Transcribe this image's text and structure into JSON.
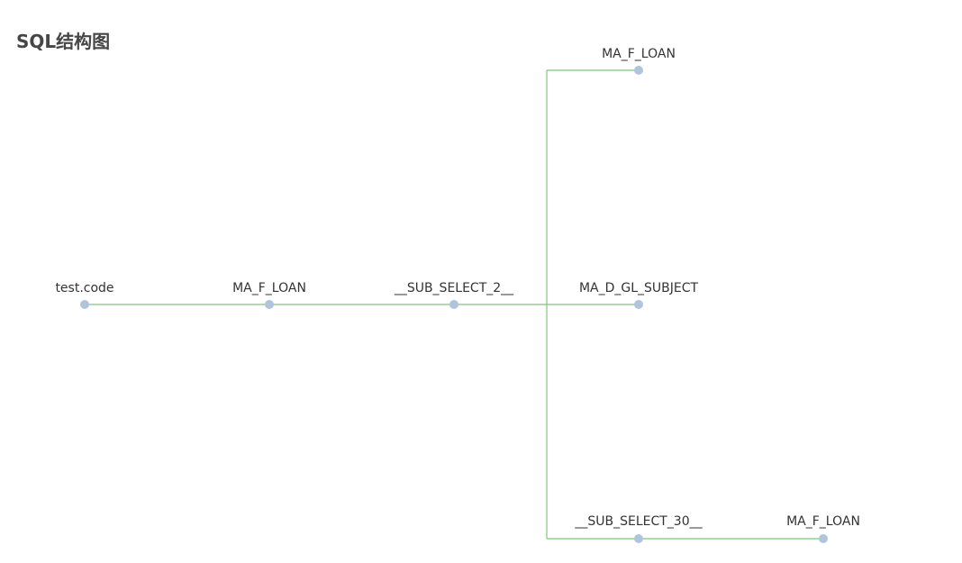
{
  "title": "SQL结构图",
  "colors": {
    "edge": "#7cc87a",
    "node": "#b0c4de",
    "text": "#333333",
    "title": "#464646"
  },
  "tree": {
    "root": "test.code",
    "level1": "MA_F_LOAN",
    "level2": "__SUB_SELECT_2__",
    "level3": [
      "MA_F_LOAN",
      "MA_D_GL_SUBJECT",
      "__SUB_SELECT_30__"
    ],
    "level4": "MA_F_LOAN"
  }
}
